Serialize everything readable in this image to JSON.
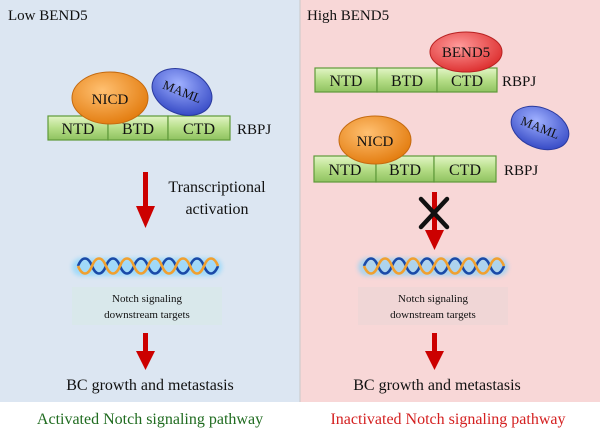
{
  "panels": {
    "left": {
      "title": "Low BEND5",
      "transcription_label": [
        "Transcriptional",
        "activation"
      ],
      "gene_label": [
        "Notch signaling",
        "downstream targets"
      ],
      "outcome": "BC growth and metastasis",
      "caption": "Activated Notch signaling pathway"
    },
    "right": {
      "title": "High BEND5",
      "gene_label": [
        "Notch signaling",
        "downstream targets"
      ],
      "outcome": "BC growth and metastasis",
      "caption": "Inactivated Notch signaling pathway"
    }
  },
  "proteins": {
    "nicd": "NICD",
    "maml": "MAML",
    "bend5": "BEND5",
    "rbpj": "RBPJ",
    "domains": [
      "NTD",
      "BTD",
      "CTD"
    ]
  },
  "colors": {
    "left_bg": "#dce6f2",
    "right_bg": "#f8d7d7",
    "arrow": "#cc0000",
    "caption_left": "#1f6b1f",
    "caption_right": "#d42020",
    "domain_fill": "#b8e08c",
    "domain_border": "#5f9a3a",
    "nicd": "#ee8a1a",
    "maml": "#5a6ed6",
    "bend5": "#ea4a4a",
    "block_mark": "#111111",
    "gene_label_bg": "#d8e8ea"
  }
}
